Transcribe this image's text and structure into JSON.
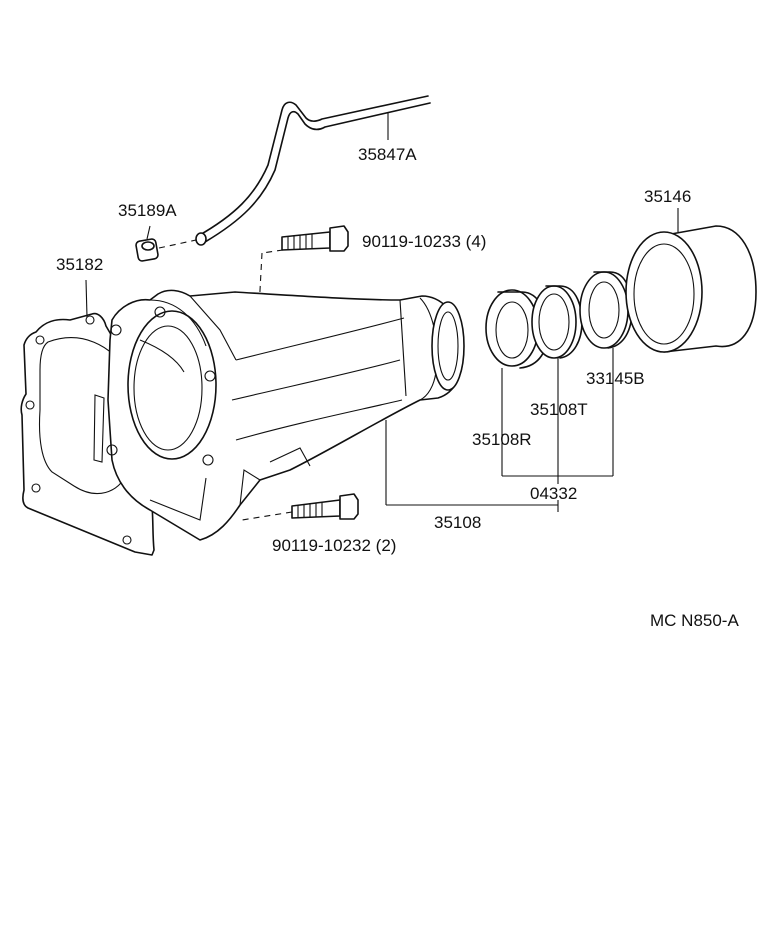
{
  "labels": {
    "pipe": "35847A",
    "plug": "35189A",
    "gasket": "35182",
    "bolt_upper": "90119-10233 (4)",
    "bolt_lower": "90119-10232 (2)",
    "sleeve": "35146",
    "seal_b": "33145B",
    "seal_t": "35108T",
    "seal_r": "35108R",
    "kit": "04332",
    "housing": "35108",
    "catalog_ref": "MC N850-A"
  }
}
